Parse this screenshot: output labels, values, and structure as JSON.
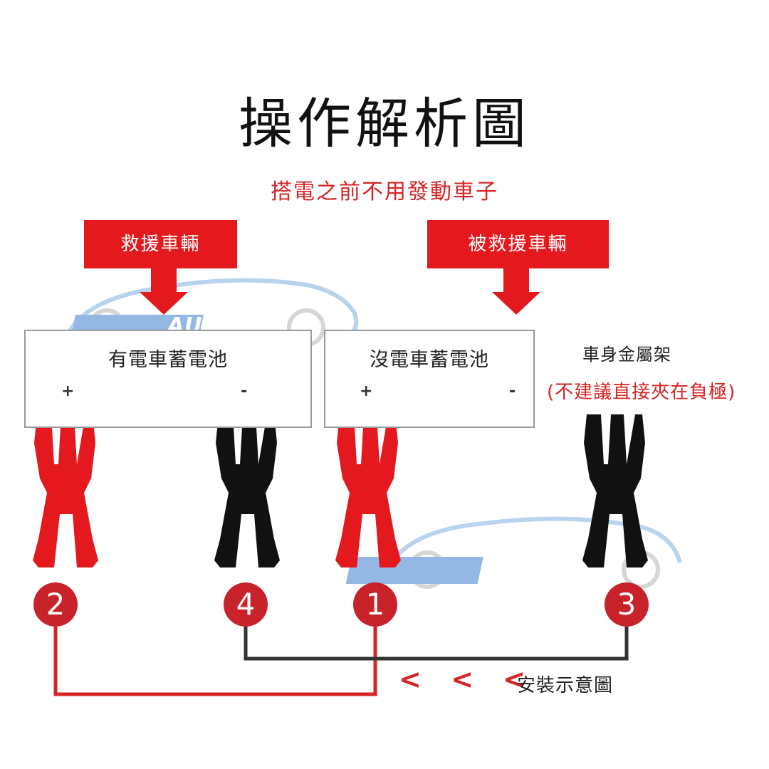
{
  "title": "操作解析圖",
  "subtitle": "搭電之前不用發動車子",
  "rescue_label": "救援車輛",
  "rescued_label": "被救援車輛",
  "watermark_text": "AUHYA",
  "battery_good": {
    "label": "有電車蓄電池",
    "plus": "+",
    "minus": "-"
  },
  "battery_dead": {
    "label": "沒電車蓄電池",
    "plus": "+",
    "minus": "-"
  },
  "chassis_label": "車身金屬架",
  "chassis_warning": "(不建議直接夾在負極)",
  "steps": {
    "one": "1",
    "two": "2",
    "three": "3",
    "four": "4"
  },
  "arrows_text": "< < <",
  "legend_label": "安裝示意圖",
  "colors": {
    "accent_red": "#e3191d",
    "badge_red": "#c8232a",
    "clamp_black": "#111111",
    "watermark_blue": "#4a8fd6"
  }
}
